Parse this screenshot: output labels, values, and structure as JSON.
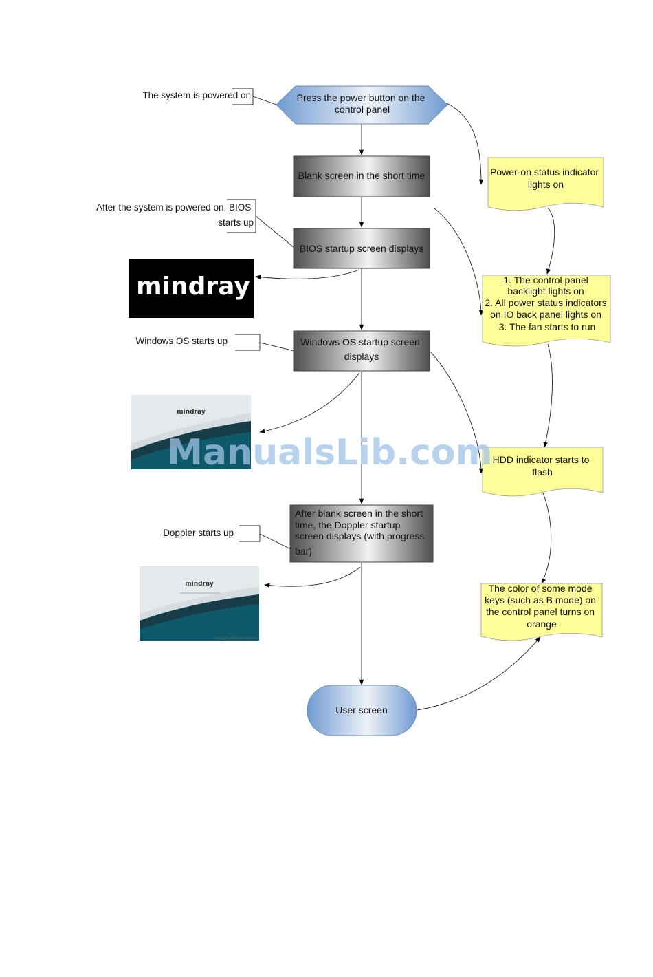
{
  "nodes": {
    "start": "Press the power button on the control panel",
    "blank": "Blank screen in the short time",
    "bios": "BIOS startup screen displays",
    "windows": "Windows OS startup screen displays",
    "doppler": "After blank screen in the short time, the Doppler startup screen displays (with progress bar)",
    "user": "User screen"
  },
  "annotations": {
    "powered_on": "The system is powered on",
    "bios_starts": "After the system is powered on, BIOS starts up",
    "windows_starts": "Windows OS starts up",
    "doppler_starts": "Doppler starts up"
  },
  "indicators": {
    "power_on": "Power-on status indicator lights on",
    "backlight": "1. The control panel backlight lights on 2. All power status indicators on IO back panel lights on 3. The fan starts to run",
    "hdd": "HDD indicator starts to flash",
    "mode_keys": "The color of some mode keys (such as B mode) on the control panel turns on orange"
  },
  "screenshots": {
    "bios_logo": "mindray",
    "windows_logo": "mindray",
    "doppler_logo": "mindray",
    "doppler_caption": "Diagnostic Ultrasound System"
  },
  "watermark": "ManualsLib.com",
  "colors": {
    "start_fill": "#6f9bd1",
    "process_dark": "#555555",
    "indicator_fill": "#ffff99",
    "logo_bg": "#000000",
    "teal": "#0f5a6a"
  }
}
